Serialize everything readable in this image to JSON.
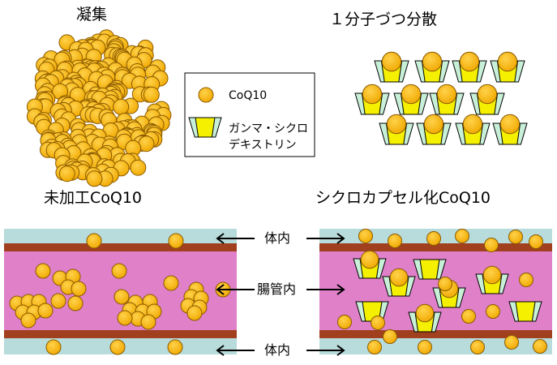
{
  "labels": {
    "aggregated": "凝集",
    "dispersed": "１分子づつ分散",
    "unprocessed": "未加工CoQ10",
    "encapsulated": "シクロカプセル化CoQ10",
    "body_top": "体内",
    "intestine": "腸管内",
    "body_bottom": "体内"
  },
  "legend": {
    "coq10": "CoQ10",
    "cyclodextrin_line1": "ガンマ・シクロ",
    "cyclodextrin_line2": "デキストリン"
  },
  "colors": {
    "coq10_fill": "#F5B400",
    "coq10_stroke": "#8A5A00",
    "cyclodextrin_yellow": "#F4F000",
    "cyclodextrin_side": "#C8F0D8",
    "tissue": "#B8DCDC",
    "vessel_wall": "#A0401E",
    "lumen": "#E080C8"
  },
  "icons": [
    "left-arrow-icon",
    "right-arrow-icon"
  ]
}
